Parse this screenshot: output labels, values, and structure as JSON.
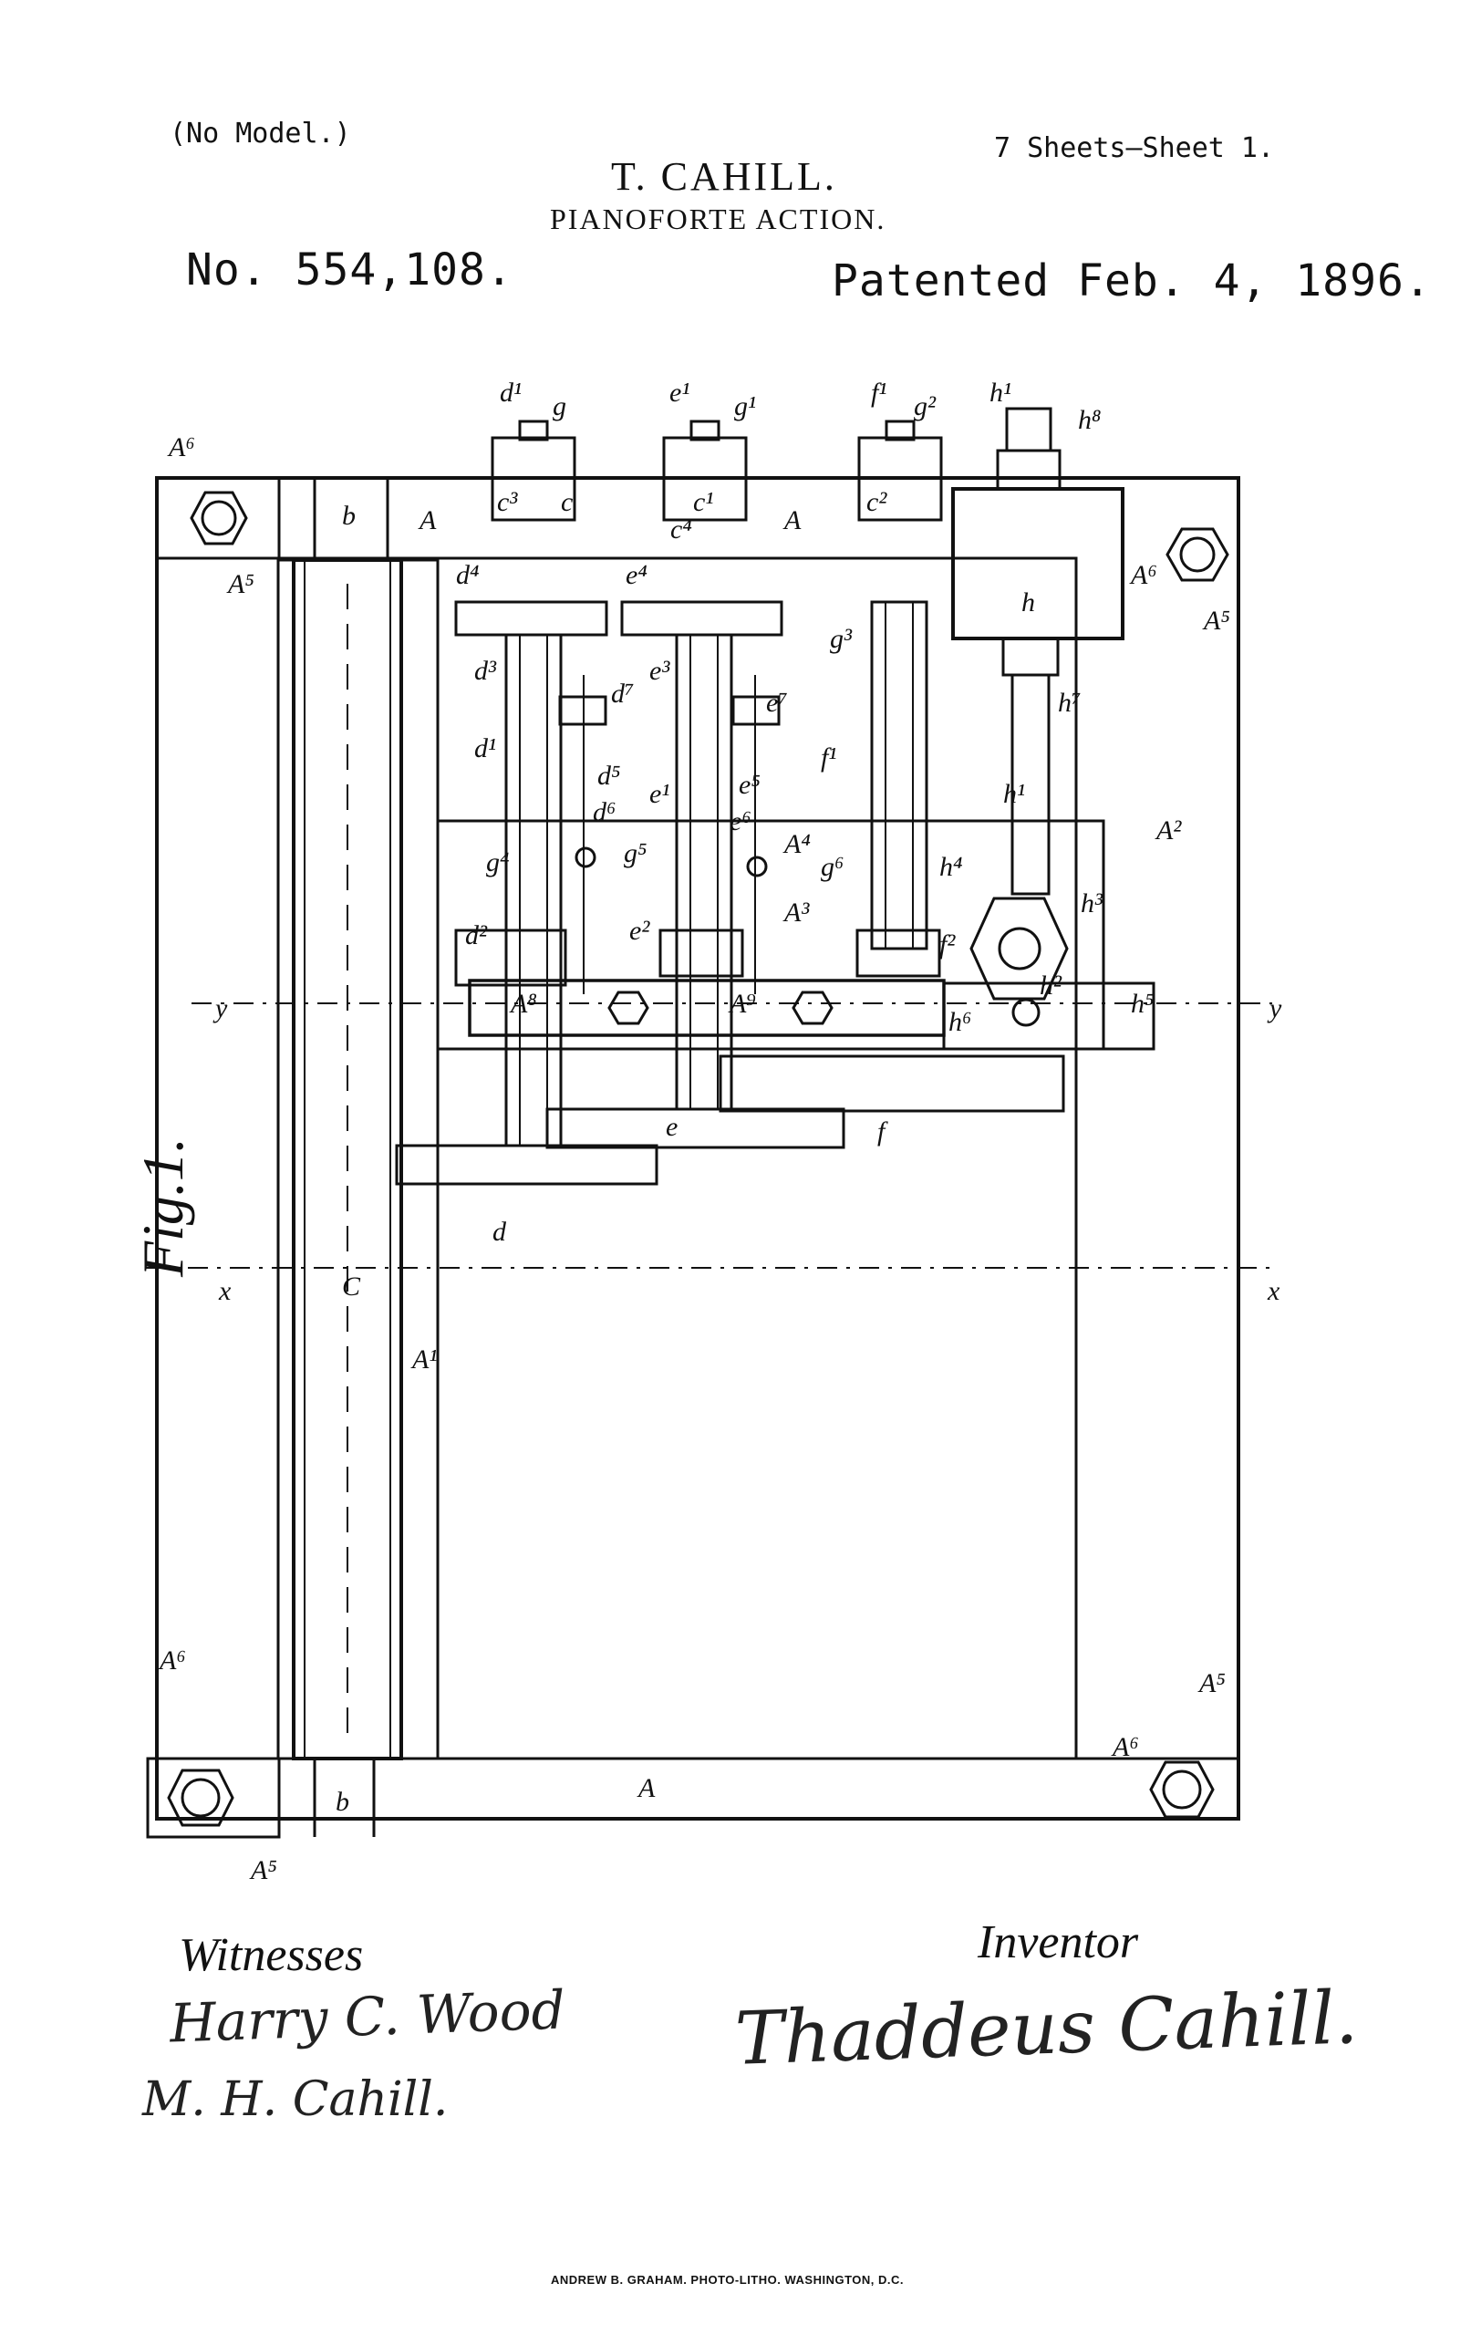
{
  "header": {
    "no_model": "(No Model.)",
    "sheets": "7 Sheets—Sheet 1.",
    "inventor": "T. CAHILL.",
    "title": "PIANOFORTE ACTION.",
    "patent_no": "No. 554,108.",
    "patent_date": "Patented Feb. 4, 1896."
  },
  "figure": {
    "label": "Fig.1.",
    "section_marks": {
      "x_left": "x",
      "x_right": "x",
      "y_left": "y",
      "y_right": "y"
    },
    "reference_letters": {
      "A": "A",
      "A1": "A¹",
      "A2": "A²",
      "A3": "A³",
      "A4": "A⁴",
      "A5": "A⁵",
      "A6": "A⁶",
      "A8": "A⁸",
      "A9": "A⁹",
      "b": "b",
      "C": "C",
      "c": "c",
      "c1": "c¹",
      "c2": "c²",
      "c3": "c³",
      "c4": "c⁴",
      "d": "d",
      "d1": "d¹",
      "d2": "d²",
      "d3": "d³",
      "d4": "d⁴",
      "d5": "d⁵",
      "d6": "d⁶",
      "d7": "d⁷",
      "e": "e",
      "e1": "e¹",
      "e2": "e²",
      "e3": "e³",
      "e4": "e⁴",
      "e5": "e⁵",
      "e6": "e⁶",
      "e7": "e⁷",
      "f": "f",
      "f1": "f¹",
      "f2": "f²",
      "g": "g",
      "g1": "g¹",
      "g2": "g²",
      "g3": "g³",
      "g4": "g⁴",
      "g5": "g⁵",
      "g6": "g⁶",
      "h": "h",
      "h1": "h¹",
      "h2": "h²",
      "h3": "h³",
      "h4": "h⁴",
      "h5": "h⁵",
      "h6": "h⁶",
      "h7": "h⁷",
      "h8": "h⁸"
    }
  },
  "signatures": {
    "witnesses_label": "Witnesses",
    "witness_1": "Harry C. Wood",
    "witness_2": "M. H. Cahill.",
    "inventor_label": "Inventor",
    "inventor_signature": "Thaddeus Cahill."
  },
  "footer": {
    "printer": "ANDREW B. GRAHAM. PHOTO-LITHO. WASHINGTON, D.C."
  }
}
